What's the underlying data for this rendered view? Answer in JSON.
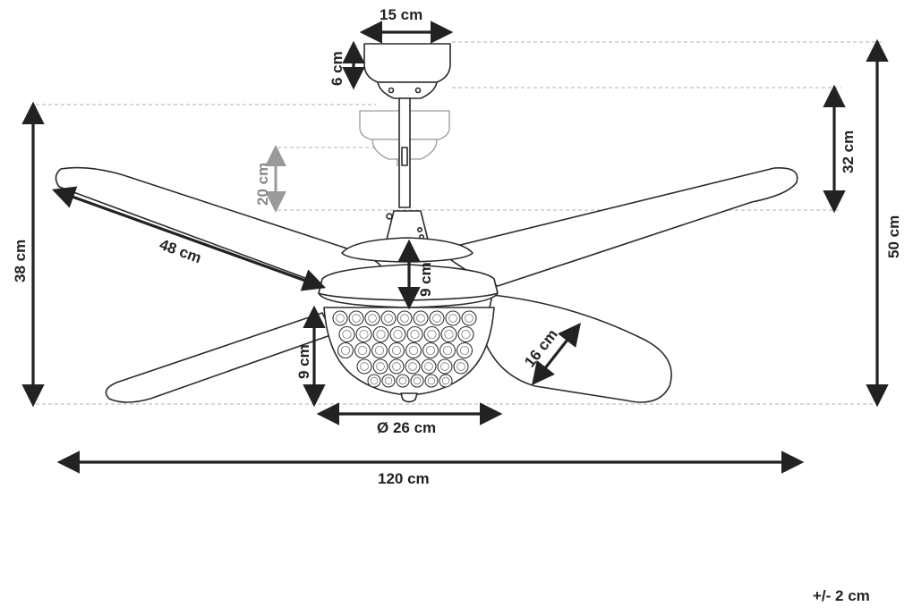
{
  "dimensions": {
    "mount_width": "15 cm",
    "mount_height": "6 cm",
    "downrod_offset": "20 cm",
    "drop_length": "32 cm",
    "total_height": "50 cm",
    "blade_height": "38 cm",
    "blade_length": "48 cm",
    "motor_height": "9 cm",
    "light_height": "9 cm",
    "blade_width": "16 cm",
    "light_diameter": "Ø 26 cm",
    "overall_span": "120 cm"
  },
  "tolerance": "+/- 2 cm",
  "colors": {
    "line": "#2a2a2a",
    "ghost_line": "#9a9a9a",
    "guide": "#b0b0b0"
  }
}
